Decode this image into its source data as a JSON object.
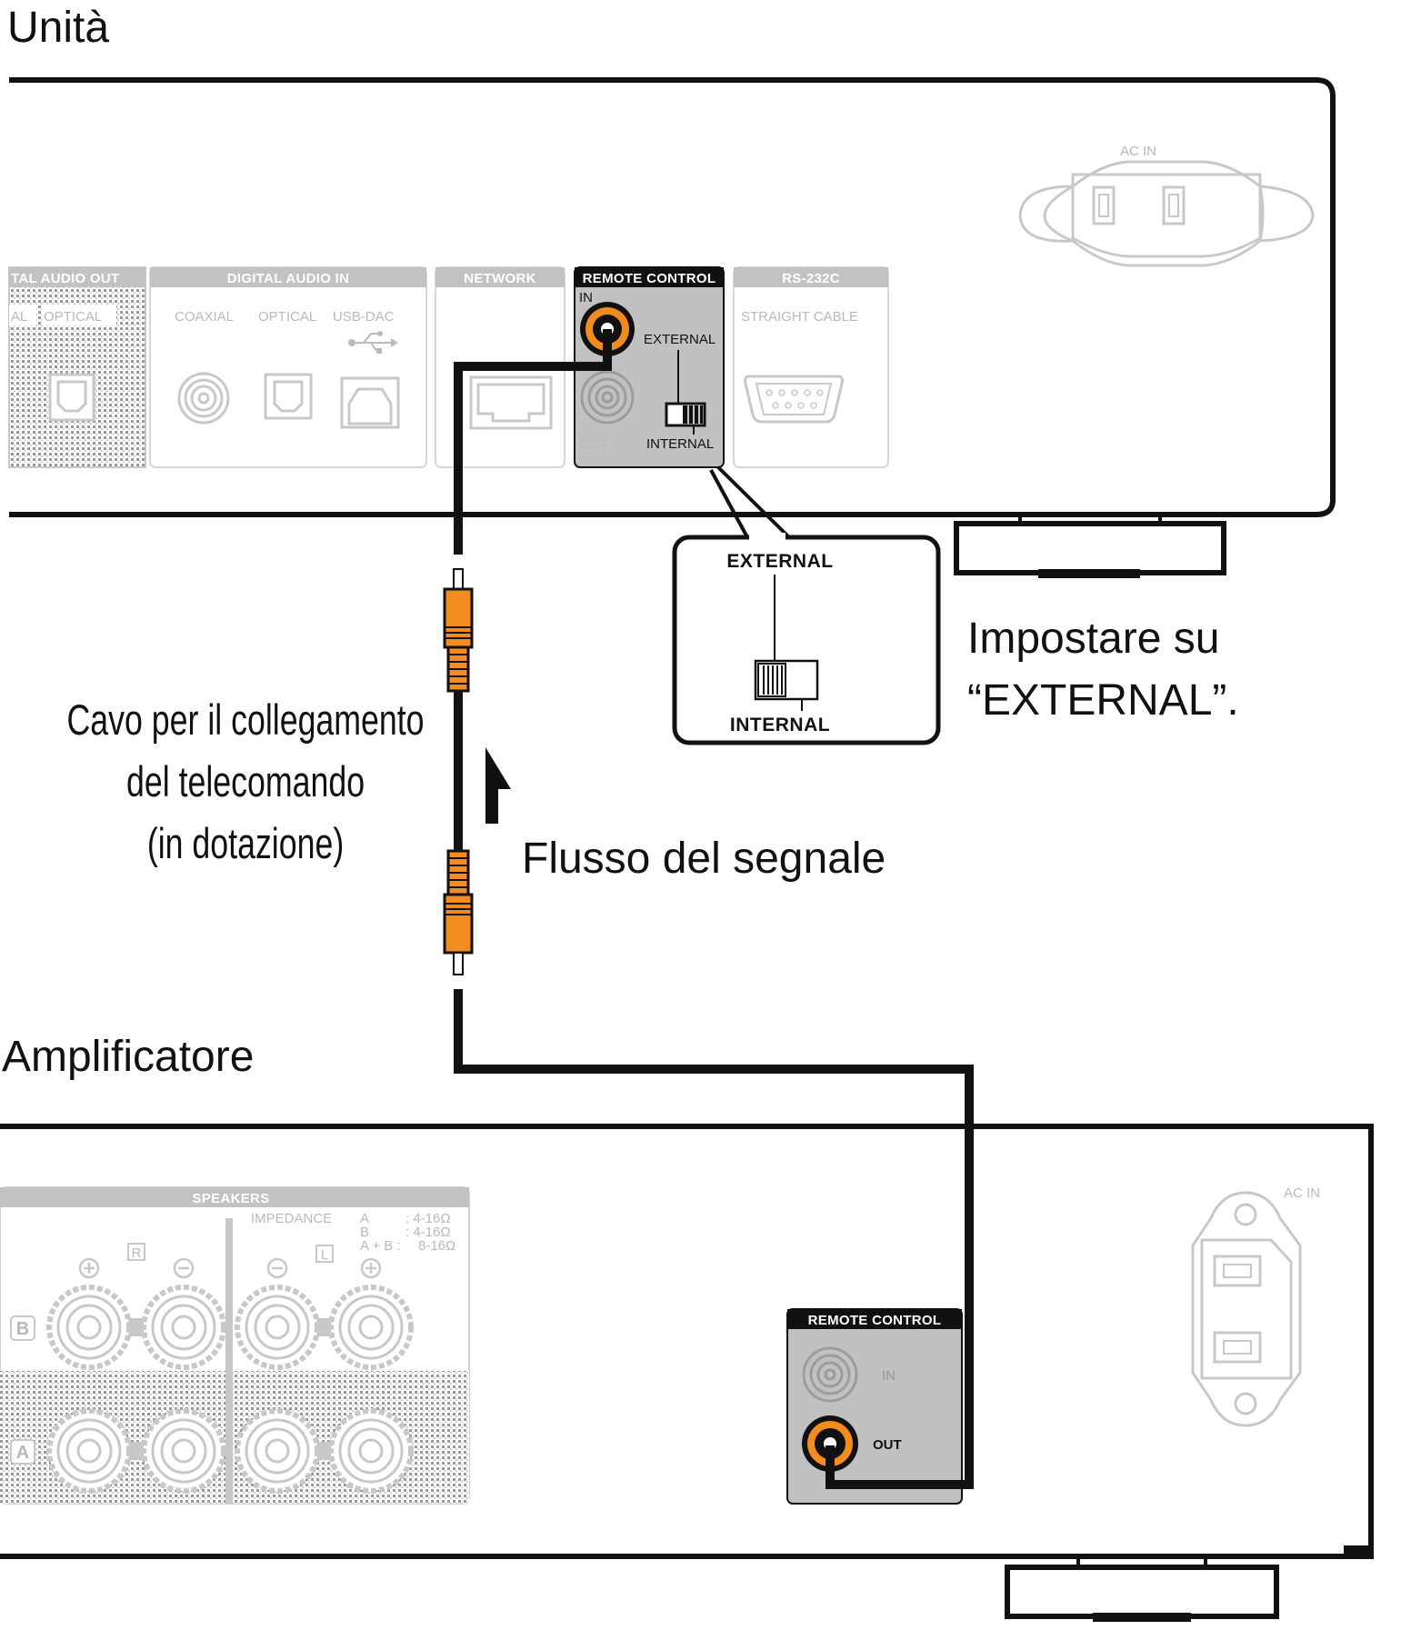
{
  "colors": {
    "accent_orange": "#f28c1e",
    "panel_grey": "#bdbdbd",
    "label_grey": "#b9b9b9",
    "line_black": "#111111"
  },
  "headings": {
    "unit": "Unità",
    "amplifier": "Amplificatore"
  },
  "unit_panel": {
    "sections": {
      "digital_audio_out": "TAL AUDIO OUT",
      "digital_audio_in": "DIGITAL AUDIO IN",
      "network": "NETWORK",
      "remote_control": "REMOTE CONTROL",
      "rs232c": "RS-232C"
    },
    "sub_labels": {
      "al": "AL",
      "optical_out": "OPTICAL",
      "coaxial": "COAXIAL",
      "optical_in": "OPTICAL",
      "usb_dac": "USB-DAC",
      "straight_cable": "STRAIGHT CABLE",
      "rc_in": "IN",
      "rc_out": "OUT",
      "rc_external": "EXTERNAL",
      "rc_internal": "INTERNAL",
      "ac_in": "AC IN"
    }
  },
  "switch_callout": {
    "external": "EXTERNAL",
    "internal": "INTERNAL",
    "instruction_line1": "Impostare su",
    "instruction_line2": "“EXTERNAL”."
  },
  "cable_caption": {
    "line1": "Cavo per il collegamento",
    "line2": "del telecomando",
    "line3": "(in dotazione)"
  },
  "signal_flow": "Flusso del segnale",
  "amplifier_panel": {
    "speakers": "SPEAKERS",
    "impedance": "IMPEDANCE",
    "imp_a": "A",
    "imp_b": "B",
    "imp_ab": "A + B :",
    "imp_a_val": ": 4-16Ω",
    "imp_b_val": ": 4-16Ω",
    "imp_ab_val": "8-16Ω",
    "ch_r": "R",
    "ch_l": "L",
    "row_b": "B",
    "row_a": "A",
    "remote_control": "REMOTE CONTROL",
    "rc_in": "IN",
    "rc_out": "OUT",
    "ac_in": "AC IN"
  }
}
